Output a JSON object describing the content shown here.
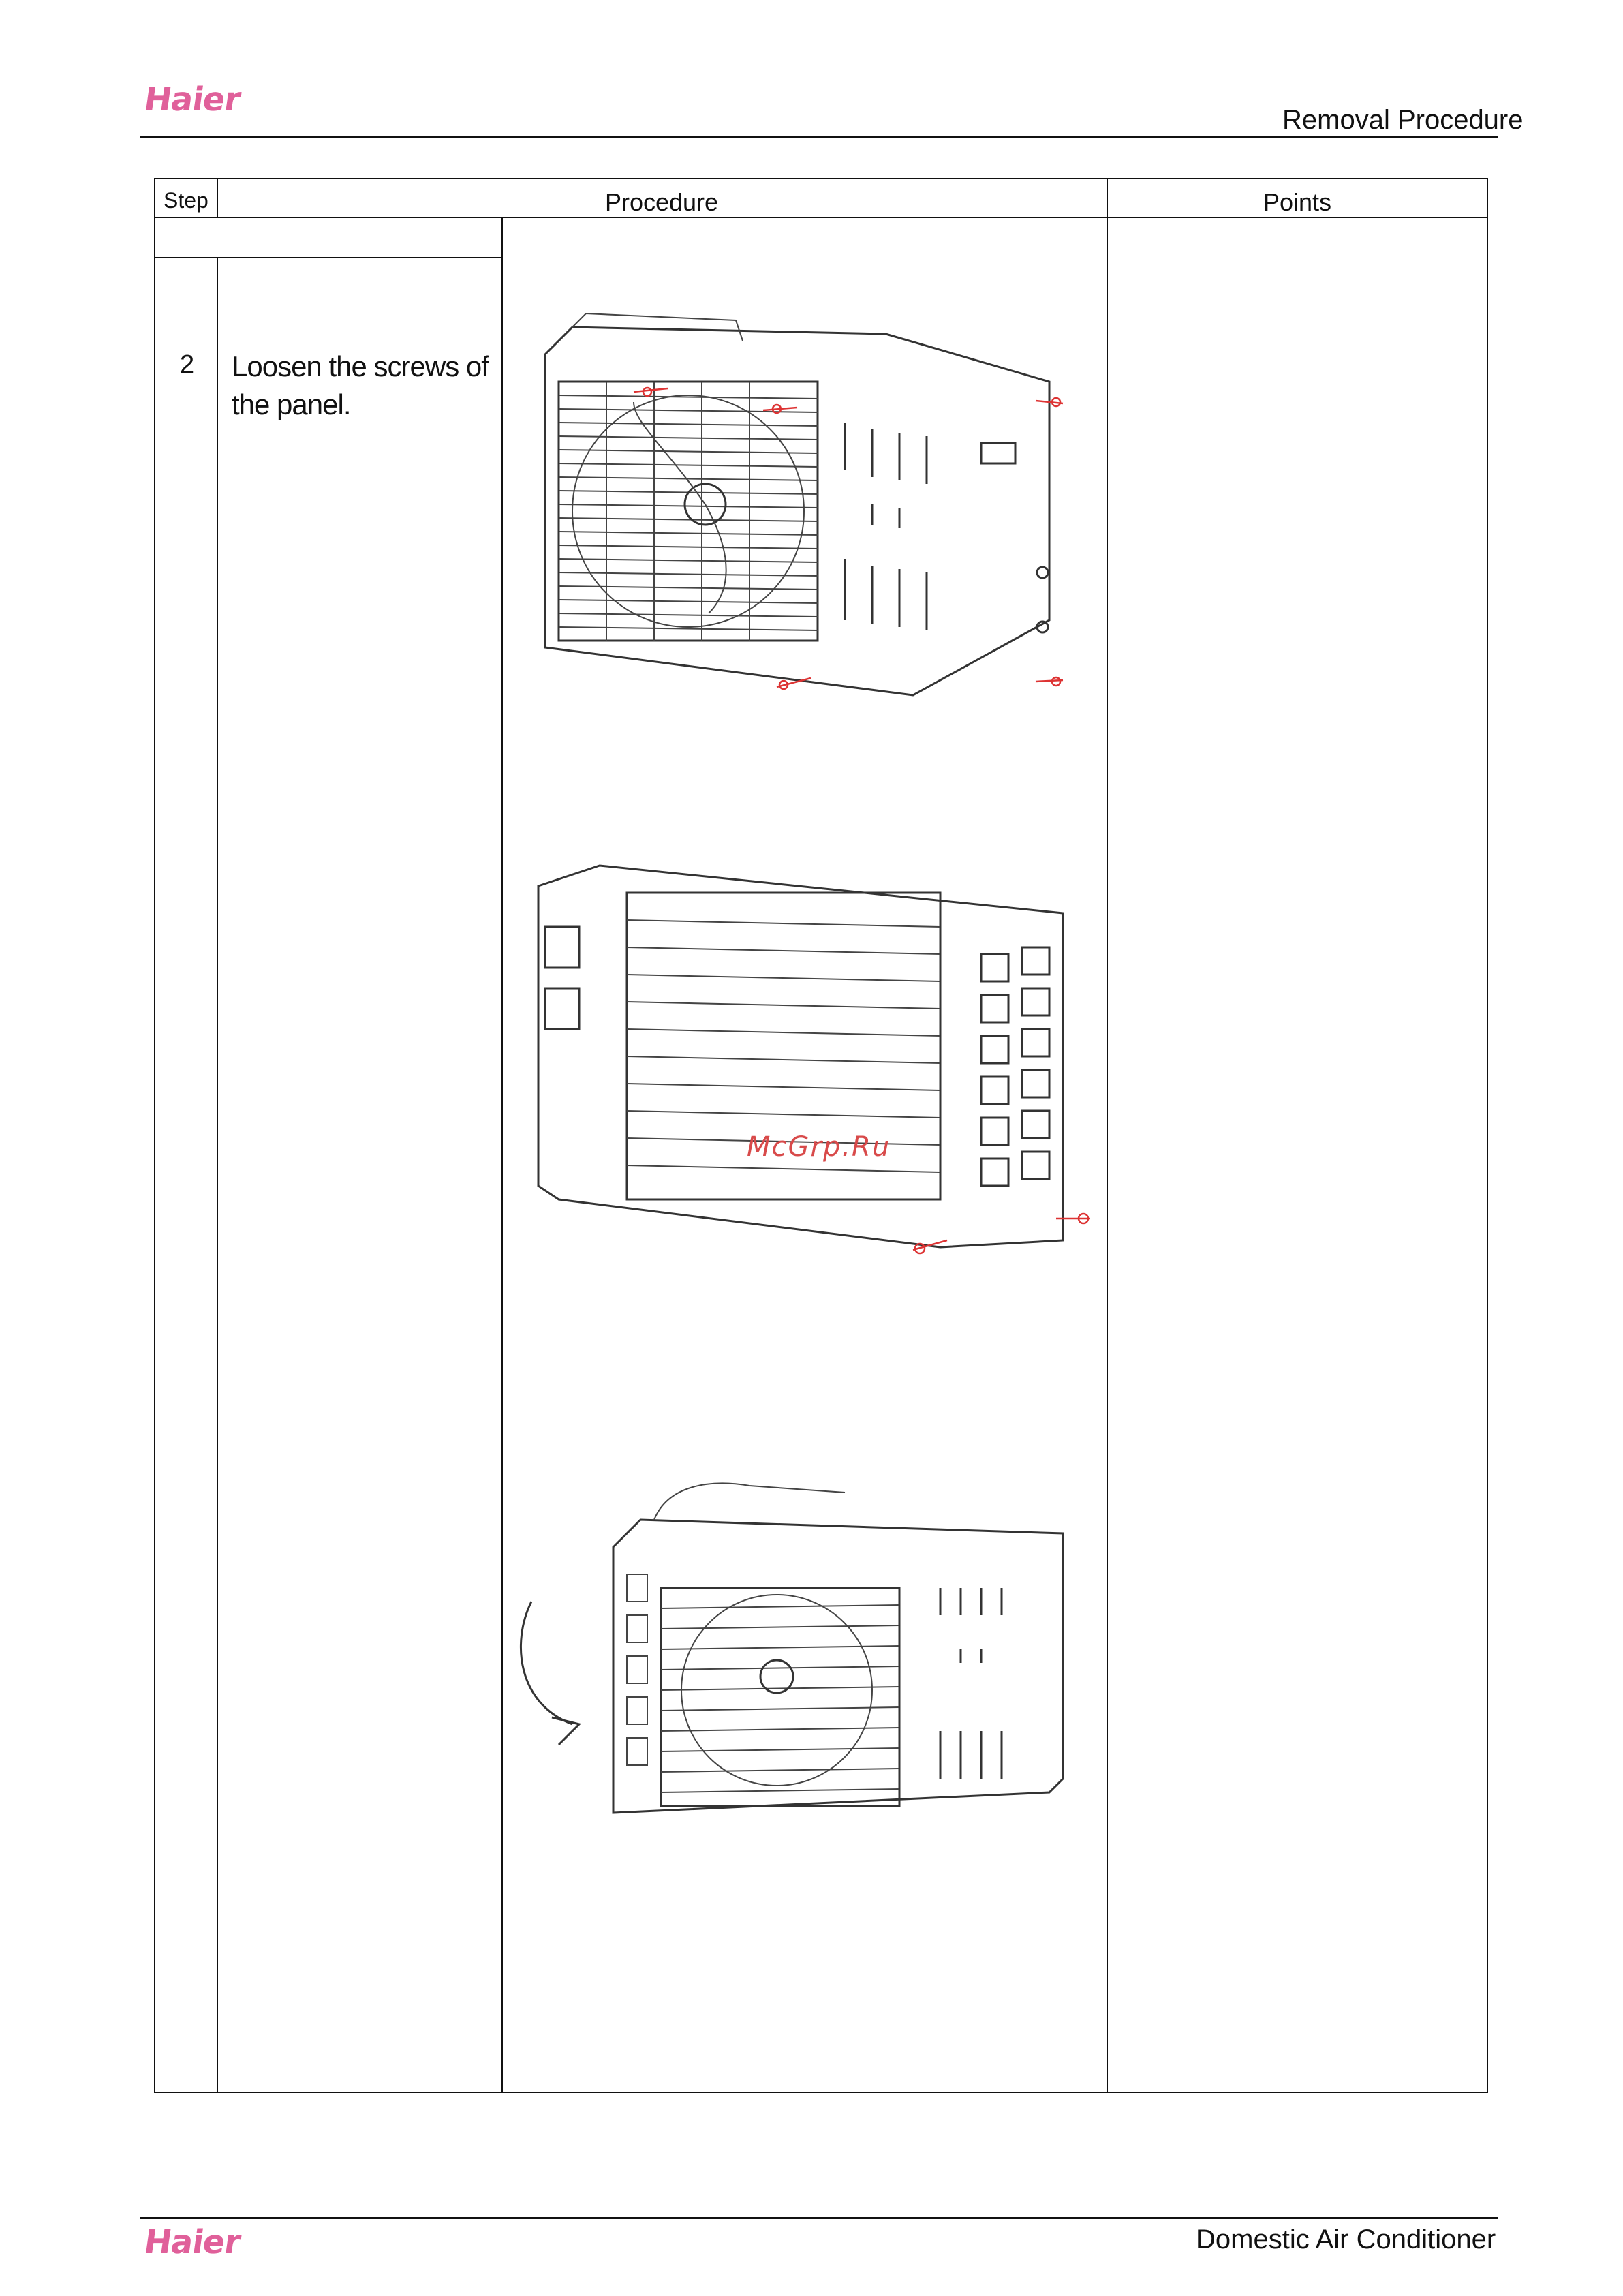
{
  "header": {
    "brand": "Haier",
    "section_title": "Removal  Procedure"
  },
  "table": {
    "columns": {
      "step": "Step",
      "procedure": "Procedure",
      "points": "Points"
    },
    "rows": [
      {
        "step": "2",
        "text_line1": "Loosen the screws of",
        "text_line2": "the panel."
      }
    ]
  },
  "watermark": "McGrp.Ru",
  "footer": {
    "brand": "Haier",
    "title": "Domestic Air Conditioner"
  }
}
